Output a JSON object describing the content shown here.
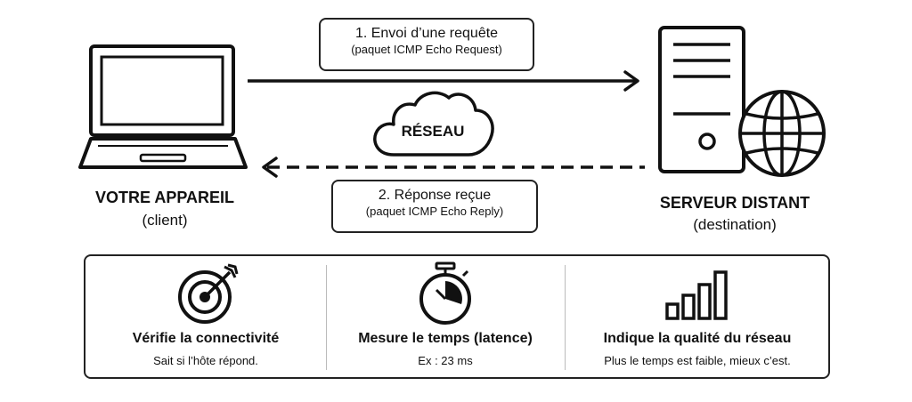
{
  "client": {
    "name": "VOTRE APPAREIL",
    "role": "(client)",
    "icon": "laptop-icon"
  },
  "server": {
    "name": "SERVEUR DISTANT",
    "role": "(destination)",
    "icon": "server-icon",
    "badge_icon": "globe-icon"
  },
  "network": {
    "label": "RÉSEAU",
    "icon": "cloud-icon"
  },
  "request": {
    "title": "1. Envoi d’une requête",
    "detail": "(paquet ICMP Echo Request)"
  },
  "reply": {
    "title": "2. Réponse reçue",
    "detail": "(paquet ICMP Echo Reply)"
  },
  "features": [
    {
      "icon": "target-icon",
      "title": "Vérifie la connectivité",
      "subtitle": "Sait si l’hôte répond."
    },
    {
      "icon": "stopwatch-icon",
      "title": "Mesure le temps (latence)",
      "subtitle": "Ex : 23 ms"
    },
    {
      "icon": "signal-bars-icon",
      "title": "Indique la qualité du réseau",
      "subtitle": "Plus le temps est faible, mieux c’est."
    }
  ]
}
